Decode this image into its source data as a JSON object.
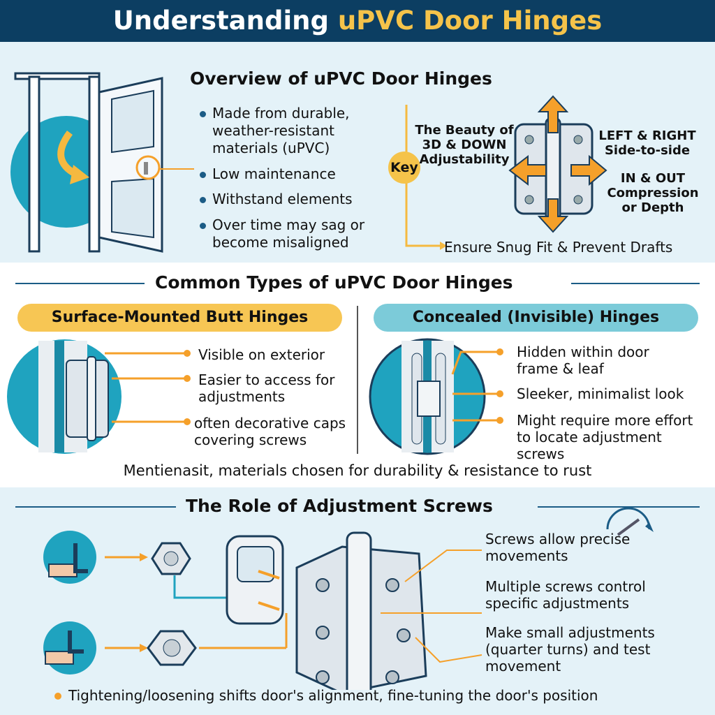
{
  "header": {
    "title_prefix": "Understanding ",
    "title_highlight": "uPVC Door Hinges"
  },
  "overview": {
    "heading": "Overview of uPVC Door Hinges",
    "bullets": [
      "Made from durable, weather-resistant materials (uPVC)",
      "Low maintenance",
      "Withstand elements",
      "Over time may sag or become misaligned"
    ],
    "key_label": "Key",
    "key_text": "The Beauty of 3D & DOWN Adjustability",
    "left_right": "LEFT & RIGHT Side-to-side",
    "in_out": "IN & OUT Compression or Depth",
    "snug_fit": "Ensure Snug Fit & Prevent Drafts"
  },
  "types": {
    "heading": "Common Types of uPVC Door Hinges",
    "surface": {
      "title": "Surface-Mounted Butt Hinges",
      "bullets": [
        "Visible on exterior",
        "Easier to access for adjustments",
        "often decorative caps covering screws"
      ]
    },
    "concealed": {
      "title": "Concealed (Invisible) Hinges",
      "bullets": [
        "Hidden within door frame & leaf",
        "Sleeker, minimalist look",
        "Might require more effort to locate adjustment screws"
      ]
    },
    "footer": "Mentienasit, materials chosen for durability & resistance to rust"
  },
  "screws": {
    "heading": "The Role of Adjustment Screws",
    "bullets": [
      "Screws allow precise movements",
      "Multiple screws control specific adjustments",
      "Make small adjustments (quarter turns) and test movement"
    ],
    "bottom": "Tightening/loosening shifts door's alignment, fine-tuning the door's position"
  },
  "colors": {
    "navy": "#0c3e62",
    "orange": "#f5a02a",
    "yellow": "#f5c34a",
    "teal": "#1fa3bf"
  }
}
